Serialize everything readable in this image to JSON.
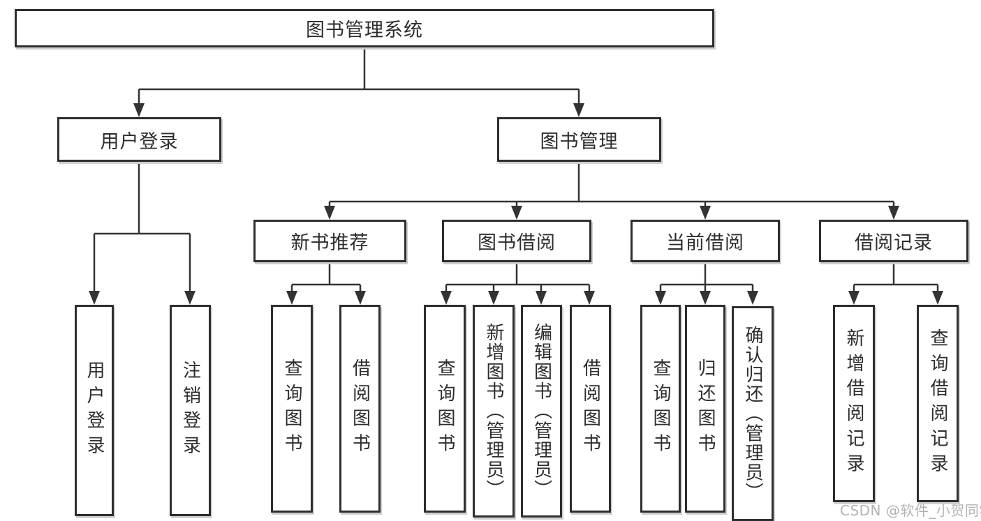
{
  "diagram": {
    "root_label": "图书管理系统",
    "nodes": {
      "user_login": "用户登录",
      "book_mgmt": "图书管理",
      "new_book": "新书推荐",
      "book_borrow": "图书借阅",
      "current_borrow": "当前借阅",
      "borrow_record": "借阅记录",
      "leaf_user_login": "用户登录",
      "leaf_logout": "注销登录",
      "leaf_nb_query": "查询图书",
      "leaf_nb_borrow": "借阅图书",
      "leaf_bb_query": "查询图书",
      "leaf_bb_add": "新增图书（管理员）",
      "leaf_bb_edit": "编辑图书（管理员）",
      "leaf_bb_borrow": "借阅图书",
      "leaf_cb_query": "查询图书",
      "leaf_cb_return": "归还图书",
      "leaf_cb_confirm": "确认归还（管理员）",
      "leaf_br_add": "新增借阅记录",
      "leaf_br_query": "查询借阅记录"
    },
    "watermark": "CSDN @软件_小贺同学",
    "colors": {
      "line": "#333333",
      "box_border": "#2e2e2e",
      "text": "#2d2d2d",
      "watermark": "#b3b3b3",
      "background": "#ffffff"
    }
  }
}
